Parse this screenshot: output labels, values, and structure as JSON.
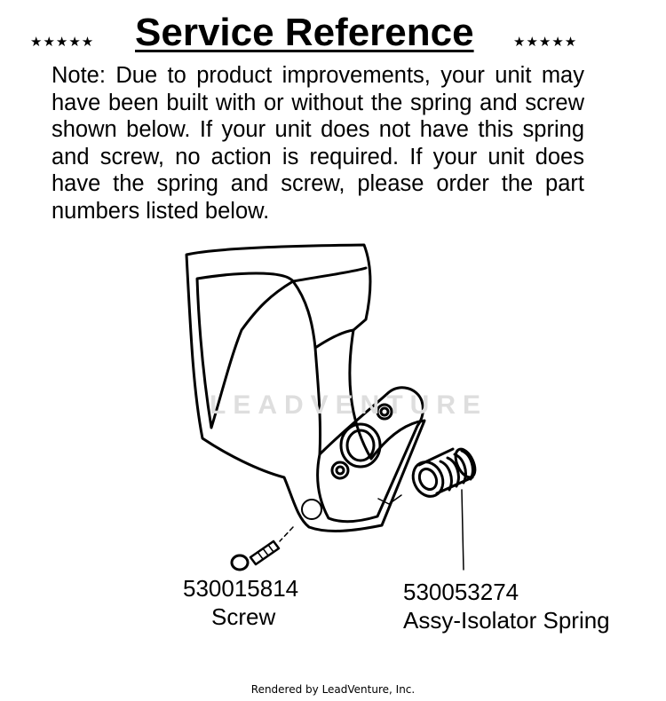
{
  "header": {
    "stars_left": "★★★★★",
    "title": "Service Reference",
    "stars_right": "★★★★★"
  },
  "note": "Note: Due to product improvements, your unit may have been built with or without the spring and screw shown below. If your unit does not have this spring and screw, no action is required. If your unit does have the spring and screw, please order the part numbers listed below.",
  "watermark": "LEADVENTURE",
  "parts": [
    {
      "number": "530015814",
      "name": "Screw"
    },
    {
      "number": "530053274",
      "name": "Assy-Isolator Spring"
    }
  ],
  "footer": "Rendered by LeadVenture, Inc."
}
